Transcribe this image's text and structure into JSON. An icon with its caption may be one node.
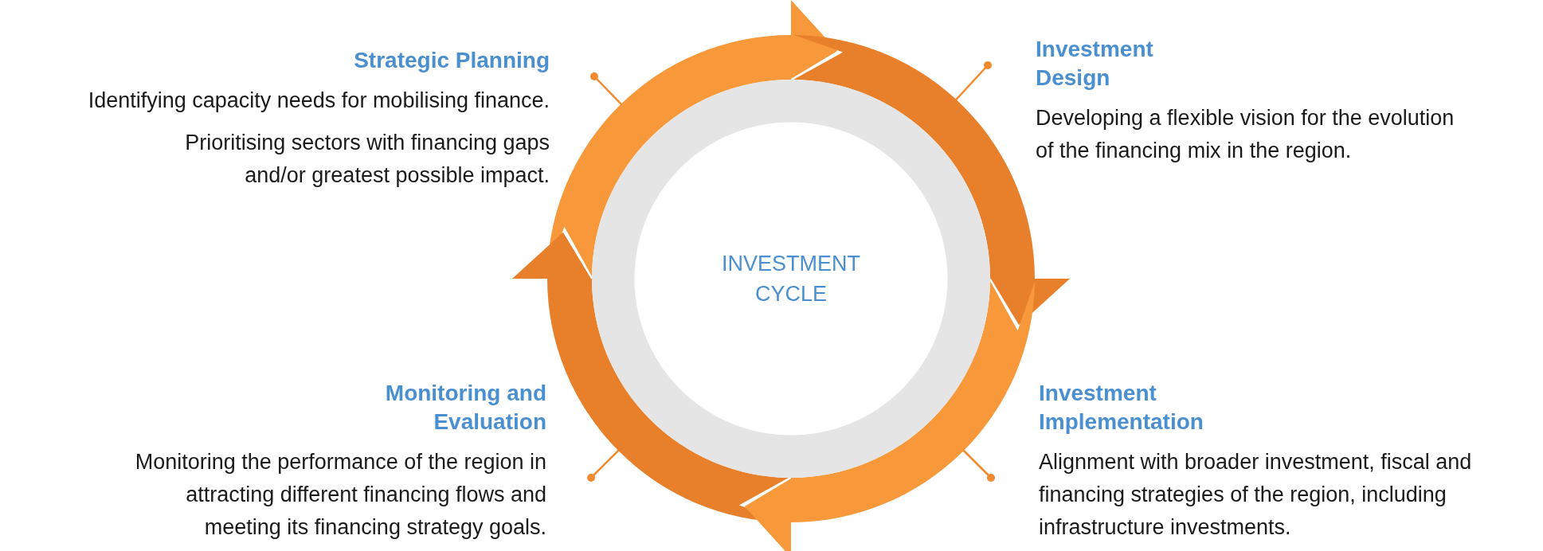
{
  "diagram": {
    "nodes": [
      {
        "text": [
          "Strategic Planning",
          "Identifying capacity needs for mobilising finance.",
          "Prioritising sectors with financing gaps and/or greatest possible impact."
        ]
      },
      {
        "text": [
          "Investment Design",
          "Developing a flexible vision for the evolution of the financing mix in the region."
        ]
      },
      {
        "text": [
          "INVESTMENT CYCLE"
        ]
      },
      {
        "text": [
          "Monitoring and Evaluation",
          "Monitoring the performance of the region in attracting different financing flows and meeting its financing strategy goals."
        ]
      },
      {
        "text": [
          "Investment Implementation",
          "Alignment with broader investment, fiscal and financing strategies of the region, including infrastructure investments."
        ]
      },
      {
        "text": [],
        "shape": "arrow"
      },
      {
        "text": [],
        "shape": "arrow"
      },
      {
        "text": [],
        "shape": "arrow"
      },
      {
        "text": [],
        "shape": "arrow"
      }
    ],
    "edges": [
      {
        "from": 0,
        "to": 5,
        "arrow": "other"
      },
      {
        "from": 1,
        "to": 6,
        "arrow": "other"
      },
      {
        "from": 3,
        "to": 7,
        "arrow": "other"
      },
      {
        "from": 4,
        "to": 8,
        "arrow": "other"
      }
    ]
  }
}
